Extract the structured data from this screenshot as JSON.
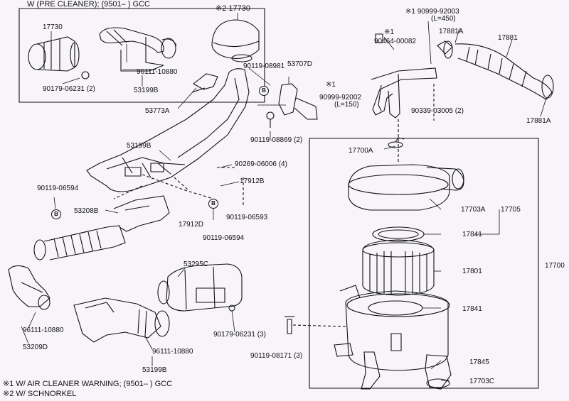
{
  "inset": {
    "title": "W (PRE  CLEANER); (9501–        ) GCC",
    "labels": {
      "p17730": "17730",
      "p96111": "96111-10880",
      "p90179": "90179-06231 (2)",
      "p53199b": "53199B"
    }
  },
  "labels": {
    "mark2_17730": "※2  17730",
    "mark1_top": "※1  90999-92003",
    "l450": "(L=450)",
    "mark1_b": "※1",
    "p90464": "90464-00082",
    "p17881a_top": "17881A",
    "p17881": "17881",
    "p17881a_bot": "17881A",
    "p90119_08981": "90119-08981",
    "p53707d": "53707D",
    "mark1_c": "※1",
    "p90999_92002": "90999-92002",
    "l150": "(L=150)",
    "p90339": "90339-03005 (2)",
    "p53773a": "53773A",
    "p90119_08869": "90119-08869 (2)",
    "p53199b": "53199B",
    "p17700a": "17700A",
    "p90269": "90269-06006 (4)",
    "p17912b": "17912B",
    "p90119_06594_a": "90119-06594",
    "p53208b": "53208B",
    "p17912d": "17912D",
    "p90119_06593": "90119-06593",
    "p90119_06594_b": "90119-06594",
    "p17703a": "17703A",
    "p17705": "17705",
    "p17841_a": "17841",
    "p17700": "17700",
    "p17801": "17801",
    "p53295c": "53295C",
    "p17841_b": "17841",
    "p96111_a": "96111-10880",
    "p53209d": "53209D",
    "p90179_06231_3": "90179-06231 (3)",
    "p96111_b": "96111-10880",
    "p53199b_bot": "53199B",
    "p90119_08171": "90119-08171 (3)",
    "p17845": "17845",
    "p17703c": "17703C",
    "circle_b": "B"
  },
  "footnotes": {
    "note1": "※1  W/ AIR  CLEANER  WARNING; (9501–        ) GCC",
    "note2": "※2  W/ SCHNORKEL"
  }
}
